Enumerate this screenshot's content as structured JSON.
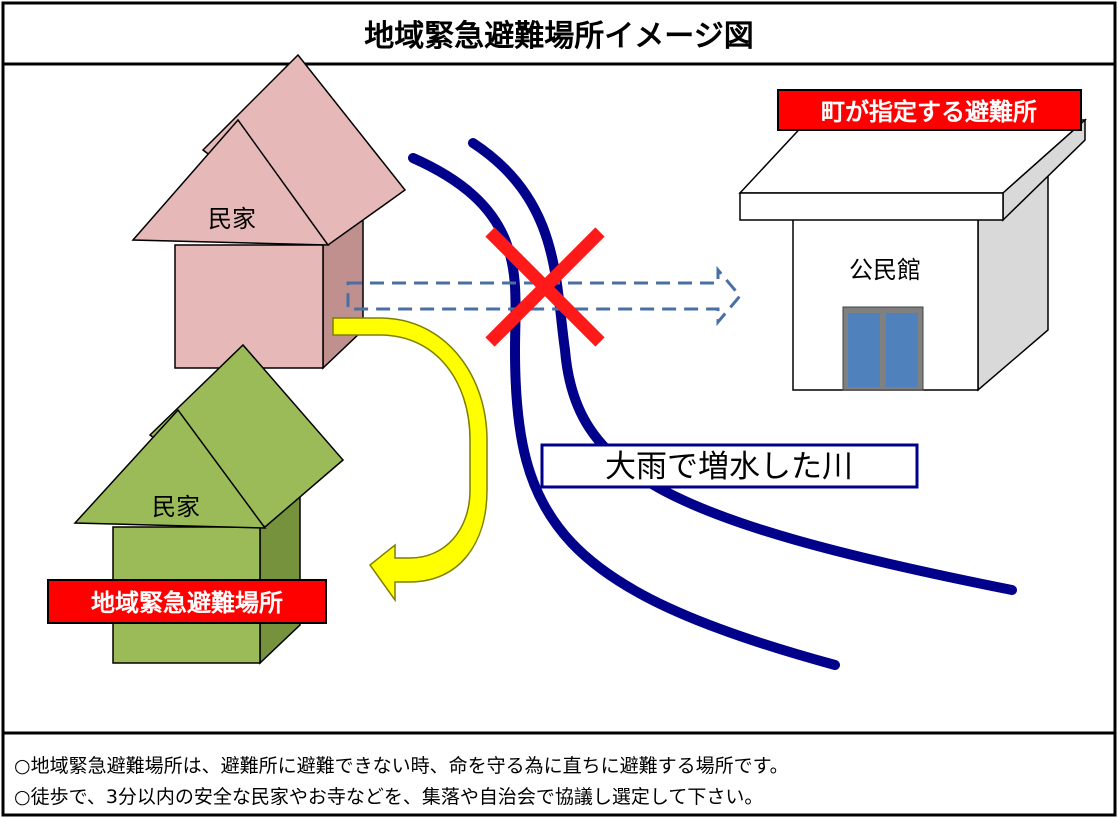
{
  "title": "地域緊急避難場所イメージ図",
  "house_top": {
    "label": "民家"
  },
  "house_bottom": {
    "label": "民家",
    "tag": "地域緊急避難場所"
  },
  "community_hall": {
    "label": "公民館",
    "tag": "町が指定する避難所"
  },
  "river": {
    "label": "大雨で増水した川"
  },
  "notes": [
    "○地域緊急避難場所は、避難所に避難できない時、命を守る為に直ちに避難する場所です。",
    "○徒歩で、3分以内の安全な民家やお寺などを、集落や自治会で協議し選定して下さい。"
  ],
  "colors": {
    "house_top_fill": "#e6b9b8",
    "house_bottom_fill": "#9bbb59",
    "river": "#00008b",
    "tag_red": "#ff0000",
    "cross_red": "#ff1a1a",
    "arrow_yellow": "#ffff00",
    "door_blue": "#4f81bd"
  },
  "icons": {
    "cross": "x-mark-icon",
    "arrow_blocked": "dashed-arrow-icon",
    "arrow_ok": "curved-arrow-icon"
  }
}
